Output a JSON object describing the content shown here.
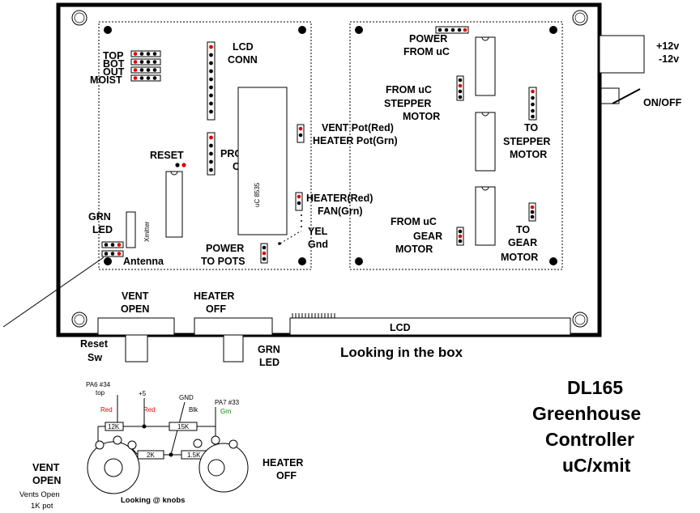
{
  "board": {
    "labels": {
      "top": "TOP",
      "bot": "BOT",
      "out": "OUT",
      "moist": "MOIST",
      "lcd_conn_1": "LCD",
      "lcd_conn_2": "CONN",
      "reset": "RESET",
      "program_cable_1": "PROGRAM",
      "program_cable_2": "CABLE",
      "uc_chip": "uC 8535",
      "vent_pot": "VENT Pot(Red)",
      "heater_pot": "HEATER Pot(Grn)",
      "heater_red": "HEATER(Red)",
      "fan_grn": "FAN(Grn)",
      "yel": "YEL",
      "gnd": "Gnd",
      "grn_led_1": "GRN",
      "grn_led_2": "LED",
      "xmitter": "Xmitter",
      "antenna": "Antenna",
      "power_to_pots_1": "POWER",
      "power_to_pots_2": "TO POTS",
      "power_from_uc_1": "POWER",
      "power_from_uc_2": "FROM uC",
      "from_uc_stepper_1": "FROM uC",
      "from_uc_stepper_2": "STEPPER",
      "from_uc_stepper_3": "MOTOR",
      "to_stepper_1": "TO",
      "to_stepper_2": "STEPPER",
      "to_stepper_3": "MOTOR",
      "from_uc_gear_1": "FROM uC",
      "from_uc_gear_2": "GEAR",
      "from_uc_gear_3": "MOTOR",
      "to_gear_1": "TO",
      "to_gear_2": "GEAR",
      "to_gear_3": "MOTOR",
      "plus12": "+12v",
      "minus12": "-12v",
      "onoff": "ON/OFF",
      "vent_open_1": "VENT",
      "vent_open_2": "OPEN",
      "heater_off_1": "HEATER",
      "heater_off_2": "OFF",
      "lcd": "LCD",
      "reset_sw_1": "Reset",
      "reset_sw_2": "Sw",
      "grn_led_b1": "GRN",
      "grn_led_b2": "LED",
      "looking_in_box": "Looking in the box"
    }
  },
  "knobs": {
    "pa6": "PA6 #34",
    "pa6_top": "top",
    "red1": "Red",
    "plus5": "+5",
    "red2": "Red",
    "gnd": "GND",
    "blk": "Blk",
    "pa7": "PA7 #33",
    "grn": "Grn",
    "r12k": "12K",
    "r15k_top": "15K",
    "r2k": "2K",
    "r15k_bot": "1.5K",
    "looking_at_knobs": "Looking @ knobs",
    "vent_1": "VENT",
    "vent_2": "OPEN",
    "vents_open": "Vents Open",
    "pot_1k": "1K pot",
    "heater_1": "HEATER",
    "heater_2": "OFF"
  },
  "title": {
    "line1": "DL165",
    "line2": "Greenhouse",
    "line3": "Controller",
    "line4": "uC/xmit"
  },
  "colors": {
    "wire_red": "#dd0000",
    "wire_green": "#008800",
    "outline": "#000000"
  }
}
